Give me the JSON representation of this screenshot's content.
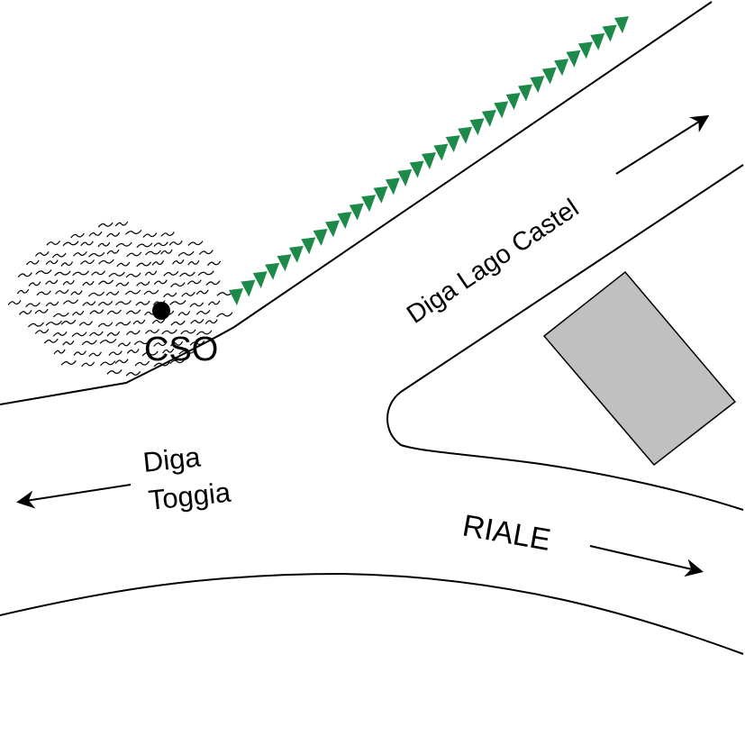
{
  "labels": {
    "site": "CSO",
    "road_ne": "Diga Lago Castel",
    "road_w_line1": "Diga",
    "road_w_line2": "Toggia",
    "road_se": "RIALE"
  },
  "colors": {
    "road_edge": "#000000",
    "tree_row": "#1e8a4a",
    "building_fill": "#c0c0c0",
    "building_stroke": "#000000",
    "site_marker": "#000000"
  },
  "icons": {
    "site_marker": "filled-circle",
    "arrows": "arrow-icon",
    "rocks": "rocky-slope-hatching",
    "trees": "tree-row-triangles"
  }
}
